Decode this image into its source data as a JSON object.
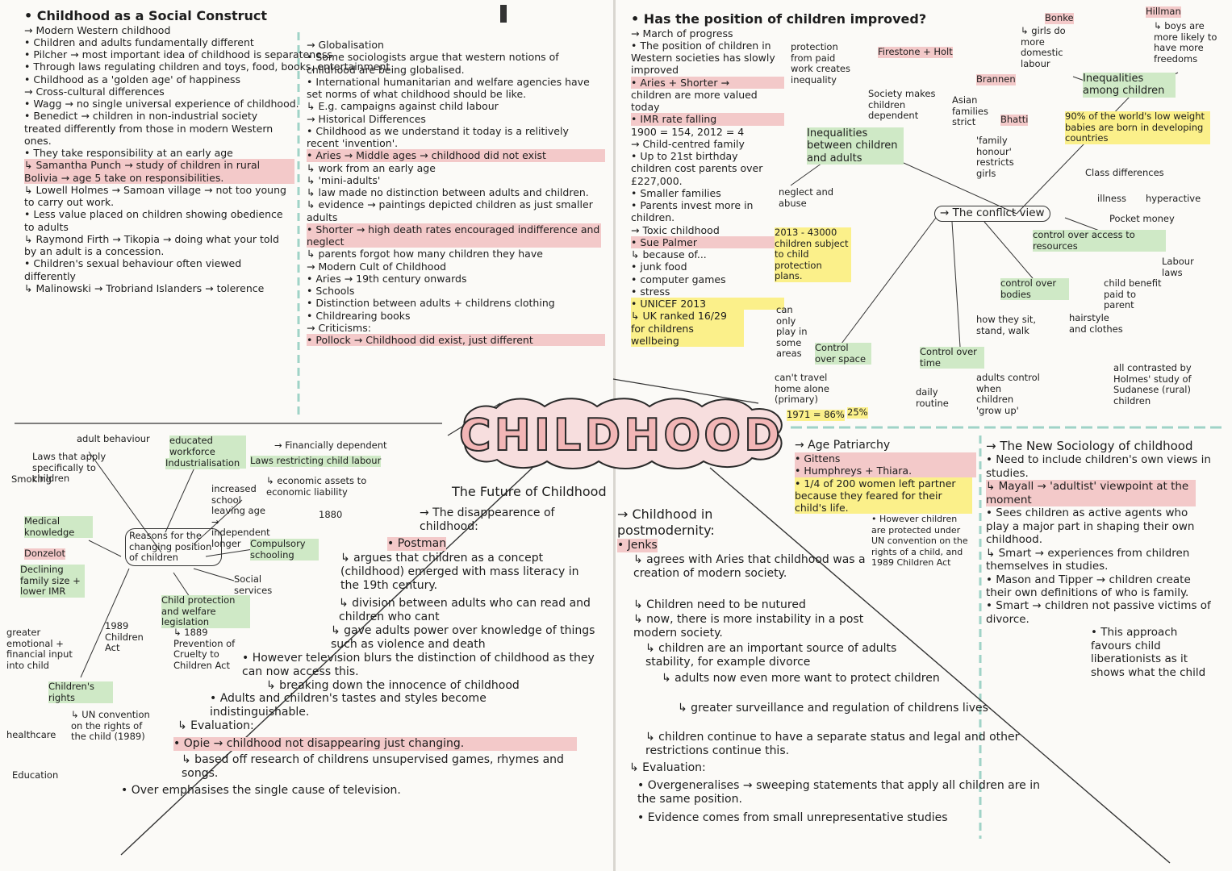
{
  "title": "CHILDHOOD",
  "colors": {
    "pink": "#f3c9c9",
    "green": "#cfe9c6",
    "yellow": "#fbf08a",
    "paper": "#fbfaf7"
  },
  "social_construct": {
    "lines": [
      "• Childhood as a Social Construct",
      "→ Modern Western childhood",
      "• Children and adults fundamentally different",
      "• Pilcher → most important idea of childhood is separateness",
      "• Through laws regulating children and toys, food, books, entertainment",
      "• Childhood as a 'golden age' of happiness",
      "→ Cross-cultural differences",
      "• Wagg → no single universal experience of childhood.",
      "• Benedict → children in non-industrial society treated differently from those in modern Western ones.",
      "• They take responsibility at an early age",
      "↳ Samantha Punch → study of children in rural Bolivia → age 5 take on responsibilities.",
      "↳ Lowell Holmes → Samoan village → not too young to carry out work.",
      "• Less value placed on children showing obedience to adults",
      "↳ Raymond Firth → Tikopia → doing what your told by an adult is a concession.",
      "• Children's sexual behaviour often viewed differently",
      "↳ Malinowski → Trobriand Islanders → tolerence"
    ]
  },
  "globalisation": {
    "lines": [
      "→ Globalisation",
      "• Some sociologists argue that western notions of childhood are being globalised.",
      "• International humanitarian and welfare agencies have set norms of what childhood should be like.",
      "↳ E.g. campaigns against child labour",
      "→ Historical Differences",
      "• Childhood as we understand it today is a relitively recent 'invention'.",
      "• Aries → Middle ages → childhood did not exist",
      "↳ work from an early age",
      "↳ 'mini-adults'",
      "↳ law made no distinction between adults and children.",
      "↳ evidence → paintings depicted children as just smaller adults",
      "• Shorter → high death rates encouraged indifference and neglect",
      "↳ parents forgot how many children they have",
      "→ Modern Cult of Childhood",
      "• Aries → 19th century onwards",
      "• Schools",
      "• Distinction between adults + childrens clothing",
      "• Childrearing books",
      "→ Criticisms:",
      "• Pollock → Childhood did exist, just different"
    ]
  },
  "position": {
    "lines": [
      "• Has the position of children improved?",
      "→ March of progress",
      "• The position of children in Western societies has slowly improved",
      "• Aries + Shorter →",
      "children are more valued today",
      "• IMR rate falling",
      "1900 = 154, 2012 = 4",
      "→ Child-centred family",
      "• Up to 21st birthday children cost parents over £227,000.",
      "• Smaller families",
      "• Parents invest more in children.",
      "→ Toxic childhood",
      "• Sue Palmer",
      "↳ because of...",
      "• junk food",
      "• computer games",
      "• stress",
      "• UNICEF 2013",
      "↳ UK ranked 16/29 for childrens wellbeing"
    ]
  },
  "inequalities_adults": {
    "firestone": "Firestone + Holt",
    "society": "Society makes children dependent",
    "protection": "protection from paid work creates inequality",
    "hub": "Inequalities between children and adults",
    "neglect": "neglect and abuse",
    "stat": "2013 - 43000 children subject to child protection plans.",
    "space": "Control over space",
    "play": "can only play in some areas",
    "travel": "can't travel home alone (primary)",
    "pct1": "1971 = 86%",
    "pct2": "25%",
    "time": "Control over time",
    "routine": "daily routine",
    "grow": "adults control when children 'grow up'",
    "conflict": "→ The conflict view"
  },
  "inequalities_children": {
    "bonke": "Bonke",
    "bonke_text": "↳ girls do more domestic labour",
    "hillman": "Hillman",
    "hillman_text": "↳ boys are more likely to have more freedoms",
    "brannen": "Brannen",
    "asian": "Asian families strict",
    "bhatti": "Bhatti",
    "honour": "'family honour' restricts girls",
    "hub": "Inequalities among children",
    "babies": "90% of the world's low weight babies are born in developing countries",
    "class": "Class differences",
    "illness": "illness",
    "hyper": "hyperactive",
    "pocket": "Pocket money",
    "resources": "control over access to resources",
    "labour": "Labour laws",
    "bodies": "control over bodies",
    "how": "how they sit, stand, walk",
    "hair": "hairstyle and clothes",
    "benefit": "child benefit paid to parent",
    "contrast": "all contrasted by Holmes' study of Sudanese (rural) children"
  },
  "reasons": {
    "hub": "Reasons for the changing position of children",
    "adult": "adult behaviour",
    "educated": "educated workforce needed",
    "industrialisation": "Industrialisation",
    "laws_sex": "Laws that apply specifically to children",
    "smoking": "Smoking",
    "financial": "→ Financially dependent",
    "laws_labour": "Laws restricting child labour",
    "economic": "↳ economic assets to economic liability",
    "school": "increased school leaving age → independent longer",
    "y1880": "1880",
    "compulsory": "Compulsory schooling",
    "medical": "Medical knowledge",
    "donzelot": "Donzelot",
    "declining": "Declining family size + lower IMR",
    "social": "Social services",
    "welfare": "Child protection and welfare legislation",
    "y1889": "↳ 1889 Prevention of Cruelty to Children Act",
    "y1989": "1989 Children Act",
    "greater": "greater emotional + financial input into child",
    "rights": "Children's rights",
    "un": "↳ UN convention on the rights of the child (1989)",
    "healthcare": "healthcare",
    "education": "Education"
  },
  "future": {
    "lines": [
      "The Future of Childhood",
      "→ The disappearence of childhood:",
      "• Postman",
      "↳ argues that children as a concept (childhood) emerged with mass literacy in the 19th century.",
      "↳ division between adults who can read and children who cant",
      "↳ gave adults power over knowledge of things such as violence and death",
      "• However television blurs the distinction of childhood as they can now access this.",
      "↳ breaking down the innocence of childhood",
      "• Adults and children's tastes and styles become indistinguishable.",
      "↳ Evaluation:",
      "• Opie → childhood not disappearing just changing.",
      "↳ based off research of childrens unsupervised games, rhymes and songs.",
      "• Over emphasises the single cause of television."
    ]
  },
  "postmodernity": {
    "lines": [
      "→ Childhood in postmodernity:",
      "• Jenks",
      "↳ agrees with Aries that childhood was a creation of modern society.",
      "↳ Children need to be nutured",
      "↳ now, there is more instability in a post modern society.",
      "↳ children are an important source of adults stability, for example divorce",
      "↳ adults now even more want to protect children",
      "↳ greater surveillance and regulation of childrens lives",
      "↳ children continue to have a separate status and legal and other restrictions continue this.",
      "↳ Evaluation:",
      "• Overgeneralises → sweeping statements that apply all children are in the same position.",
      "• Evidence comes from small unrepresentative studies"
    ]
  },
  "age_patriarchy": {
    "lines": [
      "→ Age Patriarchy",
      "• Gittens",
      "• Humphreys + Thiara.",
      "• 1/4 of 200 women left partner because they feared for their child's life.",
      "• However children are protected under UN convention on the rights of a child, and 1989 Children Act"
    ]
  },
  "new_sociology": {
    "lines": [
      "→ The New Sociology of childhood",
      "• Need to include children's own views in studies.",
      "↳ Mayall → 'adultist' viewpoint at the moment",
      "• Sees children as active agents who play a major part in shaping their own childhood.",
      "↳ Smart → experiences from children themselves in studies.",
      "• Mason and Tipper → children create their own definitions of who is family.",
      "• Smart → children not passive victims of divorce.",
      "• This approach favours child liberationists as it shows what the child"
    ]
  }
}
